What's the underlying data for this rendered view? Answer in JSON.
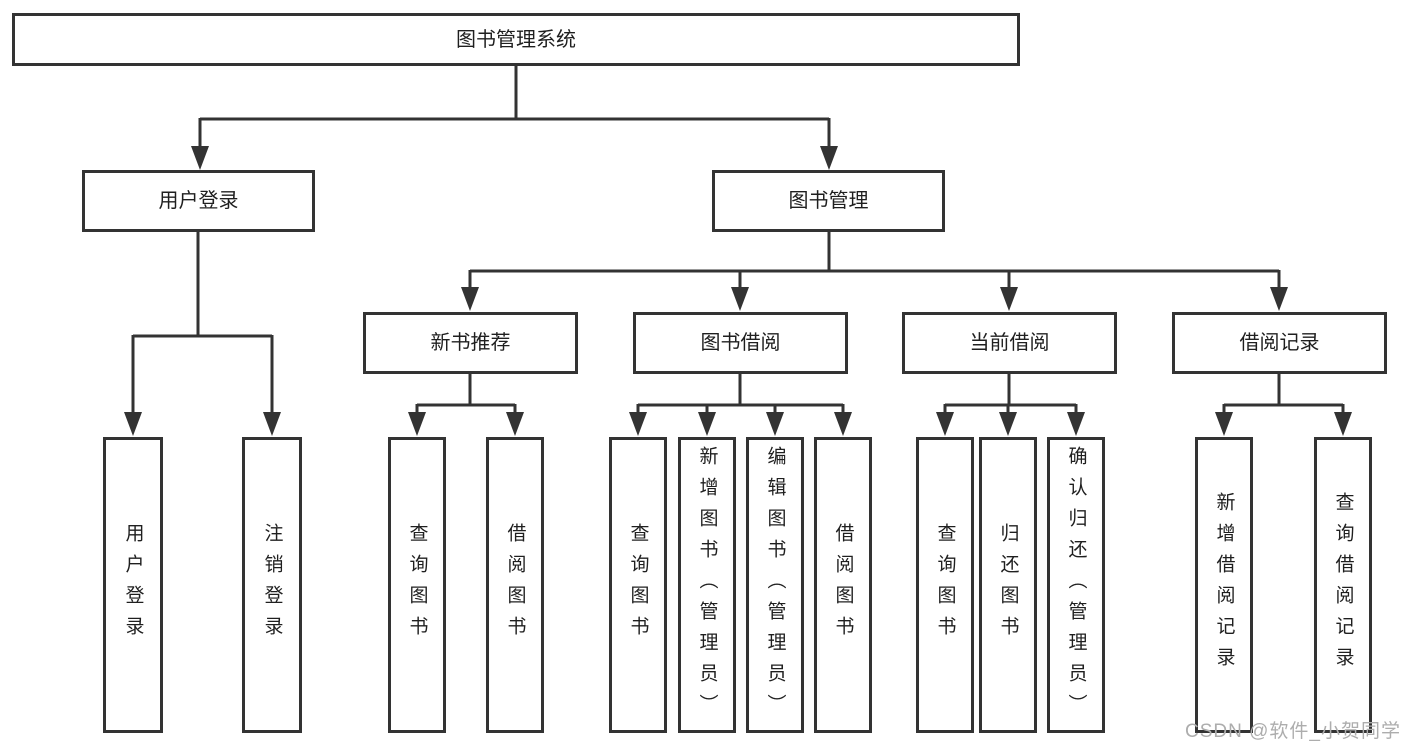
{
  "diagram": {
    "root": {
      "label": "图书管理系统"
    },
    "branches": [
      {
        "label": "用户登录",
        "children": [
          {
            "label": "用户登录"
          },
          {
            "label": "注销登录"
          }
        ]
      },
      {
        "label": "图书管理",
        "children": [
          {
            "label": "新书推荐",
            "children": [
              {
                "label": "查询图书"
              },
              {
                "label": "借阅图书"
              }
            ]
          },
          {
            "label": "图书借阅",
            "children": [
              {
                "label": "查询图书"
              },
              {
                "label": "新增图书（管理员）"
              },
              {
                "label": "编辑图书（管理员）"
              },
              {
                "label": "借阅图书"
              }
            ]
          },
          {
            "label": "当前借阅",
            "children": [
              {
                "label": "查询图书"
              },
              {
                "label": "归还图书"
              },
              {
                "label": "确认归还（管理员）"
              }
            ]
          },
          {
            "label": "借阅记录",
            "children": [
              {
                "label": "新增借阅记录"
              },
              {
                "label": "查询借阅记录"
              }
            ]
          }
        ]
      }
    ],
    "watermark": "CSDN @软件_小贺同学",
    "colors": {
      "line": "#333333",
      "box_border": "#333333",
      "text": "#1f1f1f",
      "watermark": "#adadad",
      "background": "#ffffff"
    }
  }
}
